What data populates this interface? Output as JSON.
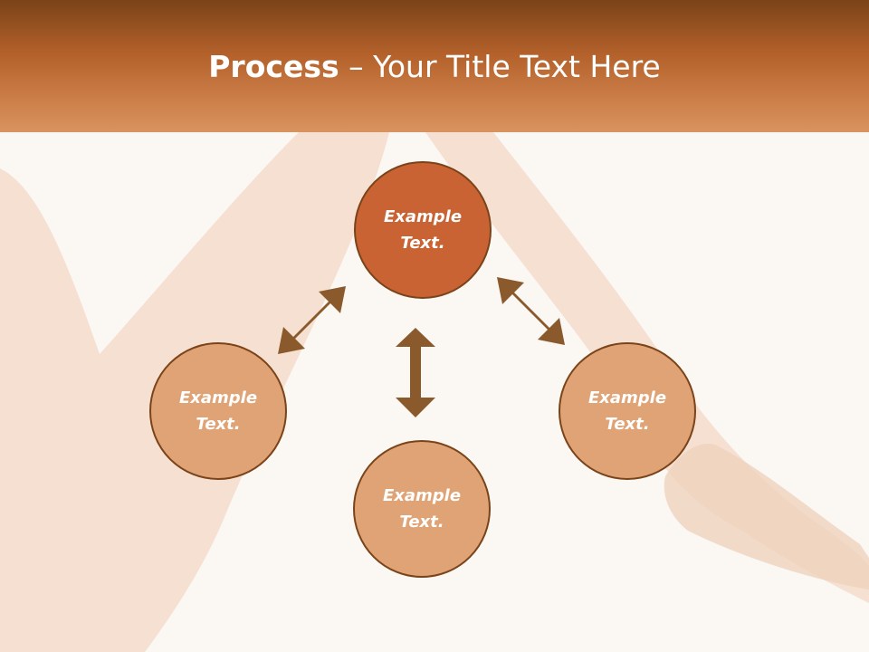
{
  "title": {
    "bold": "Process",
    "rest": " – Your Title Text Here"
  },
  "nodes": {
    "top": "Example Text.",
    "left": "Example Text.",
    "bottom": "Example Text.",
    "right": "Example Text."
  },
  "colors": {
    "header": "#b3602a",
    "node_highlight": "#c96333",
    "node": "#e0a375",
    "node_border": "#7a4319",
    "arrow": "#8a5a2c"
  },
  "icons": {
    "connectors": "double-headed-arrow"
  }
}
